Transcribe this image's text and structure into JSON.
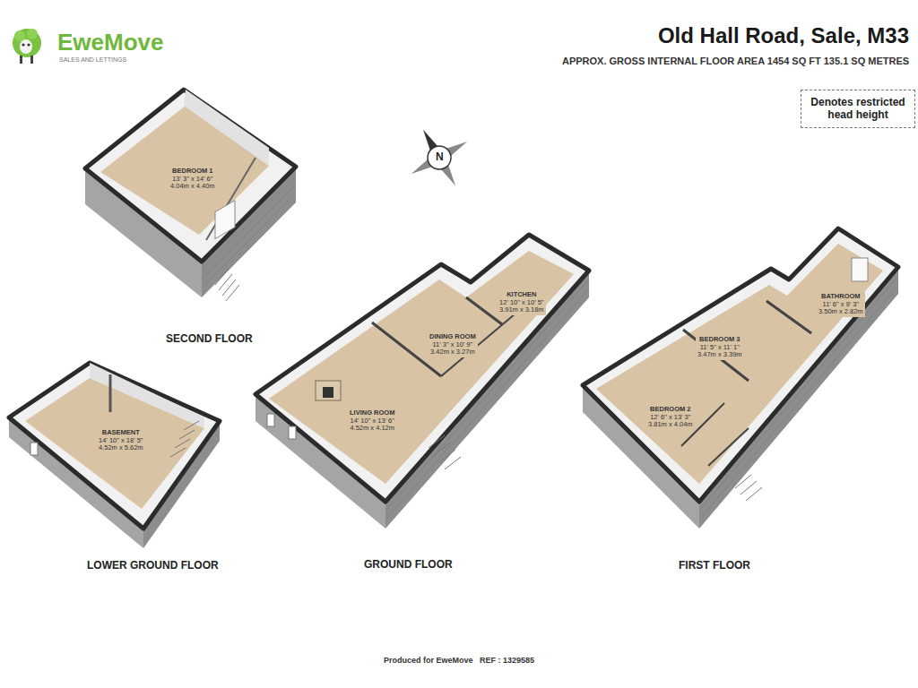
{
  "diagram": {
    "title": "Old Hall Road, Sale, M33",
    "nodes": [
      {
        "text": [
          "BEDROOM 1",
          "13' 3\" x 14' 6\"",
          "4.04m x 4.40m"
        ]
      },
      {
        "text": [
          "BASEMENT",
          "14' 10\" x 18' 5\"",
          "4.52m x 5.62m"
        ]
      },
      {
        "text": [
          "LIVING ROOM",
          "14' 10\" x 13' 6\"",
          "4.52m x 4.12m"
        ]
      },
      {
        "text": [
          "DINING ROOM",
          "11' 3\" x 10' 9\"",
          "3.42m x 3.27m"
        ]
      },
      {
        "text": [
          "KITCHEN",
          "12' 10\" x 10' 5\"",
          "3.91m x 3.18m"
        ]
      },
      {
        "text": [
          "BEDROOM 2",
          "12' 6\" x 13' 3\"",
          "3.81m x 4.04m"
        ]
      },
      {
        "text": [
          "BEDROOM 3",
          "11' 5\" x 11' 1\"",
          "3.47m x 3.39m"
        ]
      },
      {
        "text": [
          "BATHROOM",
          "11' 6\" x 9' 3\"",
          "3.50m x 2.82m"
        ]
      }
    ],
    "labels": [
      "EweMove",
      "SALES AND LETTINGS",
      "APPROX. GROSS INTERNAL FLOOR AREA 1454 SQ FT 135.1 SQ METRES",
      "N",
      "SECOND FLOOR",
      "LOWER GROUND FLOOR",
      "GROUND FLOOR",
      "FIRST FLOOR",
      "Produced for EweMove   REF : 1329585"
    ],
    "legend": [
      {
        "text": "Denotes restricted head height"
      }
    ]
  }
}
